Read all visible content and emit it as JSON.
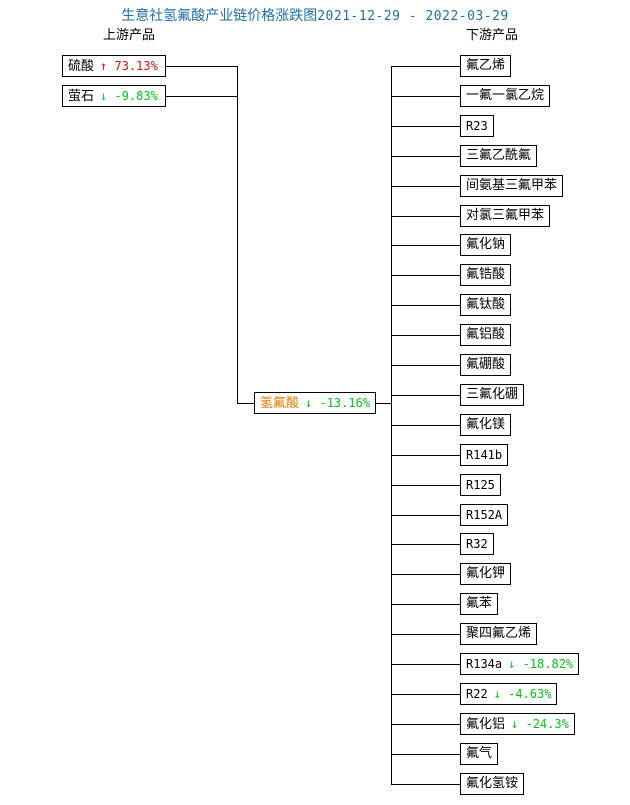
{
  "chart_data": {
    "type": "diagram",
    "title": "生意社氢氟酸产业链价格涨跌图",
    "date_range": "2021-12-29 - 2022-03-29",
    "colors": {
      "title": "#1f6fa8",
      "center_node_text": "#ee7700",
      "increase": "#e11010",
      "decrease": "#00c814",
      "line": "#000000",
      "background": "#ffffff"
    },
    "center": {
      "label": "氢氟酸",
      "change": "↓ -13.16%",
      "direction": "down",
      "value": -13.16
    },
    "upstream_header": "上游产品",
    "downstream_header": "下游产品",
    "upstream": [
      {
        "label": "硫酸",
        "change": "↑ 73.13%",
        "direction": "up",
        "value": 73.13
      },
      {
        "label": "萤石",
        "change": "↓ -9.83%",
        "direction": "down",
        "value": -9.83
      }
    ],
    "downstream": [
      {
        "label": "氟乙烯",
        "change": "",
        "direction": "",
        "value": null
      },
      {
        "label": "一氟一氯乙烷",
        "change": "",
        "direction": "",
        "value": null
      },
      {
        "label": "R23",
        "change": "",
        "direction": "",
        "value": null,
        "mono": true
      },
      {
        "label": "三氟乙酰氟",
        "change": "",
        "direction": "",
        "value": null
      },
      {
        "label": "间氨基三氟甲苯",
        "change": "",
        "direction": "",
        "value": null
      },
      {
        "label": "对氯三氟甲苯",
        "change": "",
        "direction": "",
        "value": null
      },
      {
        "label": "氟化钠",
        "change": "",
        "direction": "",
        "value": null
      },
      {
        "label": "氟锆酸",
        "change": "",
        "direction": "",
        "value": null
      },
      {
        "label": "氟钛酸",
        "change": "",
        "direction": "",
        "value": null
      },
      {
        "label": "氟铝酸",
        "change": "",
        "direction": "",
        "value": null
      },
      {
        "label": "氟硼酸",
        "change": "",
        "direction": "",
        "value": null
      },
      {
        "label": "三氟化硼",
        "change": "",
        "direction": "",
        "value": null
      },
      {
        "label": "氟化镁",
        "change": "",
        "direction": "",
        "value": null
      },
      {
        "label": "R141b",
        "change": "",
        "direction": "",
        "value": null,
        "mono": true
      },
      {
        "label": "R125",
        "change": "",
        "direction": "",
        "value": null,
        "mono": true
      },
      {
        "label": "R152A",
        "change": "",
        "direction": "",
        "value": null,
        "mono": true
      },
      {
        "label": "R32",
        "change": "",
        "direction": "",
        "value": null,
        "mono": true
      },
      {
        "label": "氟化钾",
        "change": "",
        "direction": "",
        "value": null
      },
      {
        "label": "氟苯",
        "change": "",
        "direction": "",
        "value": null
      },
      {
        "label": "聚四氟乙烯",
        "change": "",
        "direction": "",
        "value": null
      },
      {
        "label": "R134a",
        "change": "↓ -18.82%",
        "direction": "down",
        "value": -18.82,
        "mono": true
      },
      {
        "label": "R22",
        "change": "↓ -4.63%",
        "direction": "down",
        "value": -4.63,
        "mono": true
      },
      {
        "label": "氟化铝",
        "change": "↓ -24.3%",
        "direction": "down",
        "value": -24.3
      },
      {
        "label": "氟气",
        "change": "",
        "direction": "",
        "value": null
      },
      {
        "label": "氟化氢铵",
        "change": "",
        "direction": "",
        "value": null
      }
    ]
  }
}
